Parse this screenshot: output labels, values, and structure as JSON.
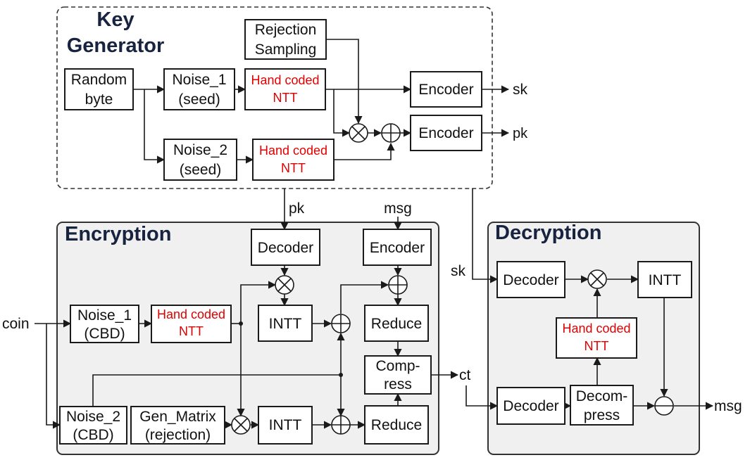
{
  "key_generator": {
    "title_line1": "Key",
    "title_line2": "Generator",
    "random_byte": [
      "Random",
      "byte"
    ],
    "noise1": [
      "Noise_1",
      "(seed)"
    ],
    "noise2": [
      "Noise_2",
      "(seed)"
    ],
    "ntt1": [
      "Hand coded",
      "NTT"
    ],
    "ntt2": [
      "Hand coded",
      "NTT"
    ],
    "rejection": [
      "Rejection",
      "Sampling"
    ],
    "encoder_sk": "Encoder",
    "encoder_pk": "Encoder",
    "out_sk": "sk",
    "out_pk": "pk"
  },
  "encryption": {
    "title": "Encryption",
    "in_pk": "pk",
    "in_msg": "msg",
    "in_coin": "coin",
    "decoder": "Decoder",
    "encoder": "Encoder",
    "noise1": [
      "Noise_1",
      "(CBD)"
    ],
    "ntt": [
      "Hand coded",
      "NTT"
    ],
    "intt1": "INTT",
    "reduce1": "Reduce",
    "compress": [
      "Comp-",
      "ress"
    ],
    "noise2": [
      "Noise_2",
      "(CBD)"
    ],
    "gen_matrix": [
      "Gen_Matrix",
      "(rejection)"
    ],
    "intt2": "INTT",
    "reduce2": "Reduce",
    "out_ct": "ct"
  },
  "decryption": {
    "title": "Decryption",
    "in_sk": "sk",
    "decoder1": "Decoder",
    "intt": "INTT",
    "ntt": [
      "Hand coded",
      "NTT"
    ],
    "decoder2": "Decoder",
    "decompress": [
      "Decom-",
      "press"
    ],
    "out_msg": "msg"
  },
  "colors": {
    "accent_red": "#e00000",
    "title_navy": "#17233f",
    "panel_gray": "#f0f0f0"
  }
}
